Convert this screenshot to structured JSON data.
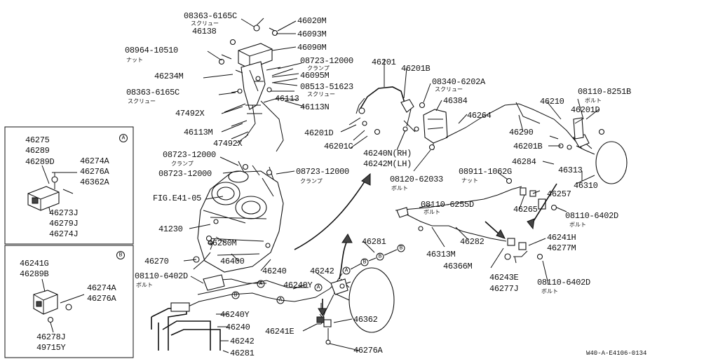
{
  "labels": {
    "l0": "08363-6165C",
    "l0b": "スクリュー",
    "l1": "46138",
    "l2": "46020M",
    "l3": "46093M",
    "l4": "46090M",
    "l5": "08964-10510",
    "l5b": "ナット",
    "l6": "08723-12000",
    "l6b": "クランプ",
    "l7": "46234M",
    "l8": "46095M",
    "l9": "08513-51623",
    "l9b": "スクリュー",
    "l10": "08363-6165C",
    "l10b": "スクリュー",
    "l11": "46113",
    "l12": "46113N",
    "l13": "47492X",
    "l14": "46113M",
    "l15": "47492X",
    "l16": "08723-12000",
    "l16b": "クランプ",
    "l17": "08723-12000",
    "l18": "08723-12000",
    "l18b": "クランプ",
    "l19": "FIG.E41-05",
    "l20": "41230",
    "l21": "46280M",
    "l22": "46270",
    "l23": "46400",
    "l24": "46240",
    "l25": "08110-6402D",
    "l25b": "ボルト",
    "l26": "46240Y",
    "l27": "46240",
    "l28": "46242",
    "l29": "46281",
    "l30": "46201",
    "l31": "46201B",
    "l32": "08340-6202A",
    "l32b": "スクリュー",
    "l33": "46384",
    "l34": "46264",
    "l35": "46201D",
    "l36": "46201C",
    "l37": "46240N(RH)",
    "l38": "46242M(LH)",
    "l39": "08120-62033",
    "l39b": "ボルト",
    "l40": "46210",
    "l41": "08110-8251B",
    "l41b": "ボルト",
    "l42": "46201D",
    "l43": "46290",
    "l44": "46201B",
    "l45": "46284",
    "l46": "46313",
    "l47": "08911-1062G",
    "l47b": "ナット",
    "l48": "46310",
    "l49": "46257",
    "l50": "46265",
    "l51": "08110-6255D",
    "l51b": "ボルト",
    "l52": "08110-6402D",
    "l52b": "ボルト",
    "l53": "46282",
    "l54": "46313M",
    "l55": "46241H",
    "l56": "46277M",
    "l57": "46366M",
    "l58": "46243E",
    "l59": "46277J",
    "l60": "08110-6402D",
    "l60b": "ボルト",
    "l61": "46281",
    "l62": "46242",
    "l63": "46240Y",
    "l64": "46241E",
    "l65": "46362",
    "l66": "46276A"
  },
  "insetA": {
    "mark": "A",
    "p1": "46275",
    "p2": "46289",
    "p3": "46289D",
    "p4": "46274A",
    "p5": "46276A",
    "p6": "46362A",
    "p7": "46273J",
    "p8": "46279J",
    "p9": "46274J"
  },
  "insetB": {
    "mark": "B",
    "p1": "46241G",
    "p2": "46289B",
    "p3": "46274A",
    "p4": "46276A",
    "p5": "46278J",
    "p6": "49715Y"
  },
  "footer_code": "W40-A-E4106-0134"
}
